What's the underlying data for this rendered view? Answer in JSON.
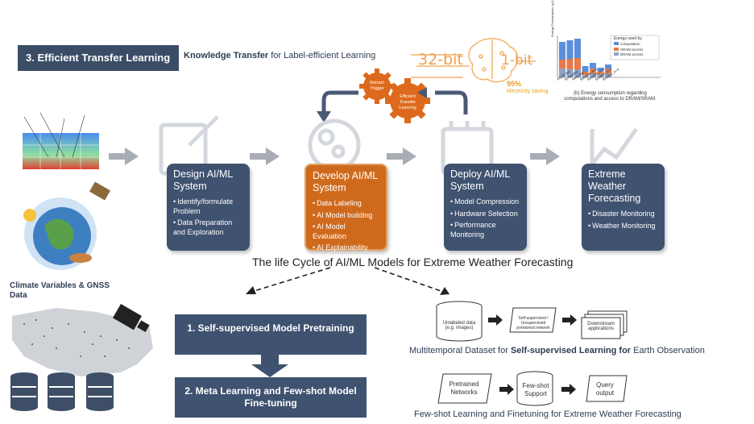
{
  "header": {
    "section_title": "3. Efficient Transfer Learning",
    "subtitle_bold": "Knowledge Transfer",
    "subtitle_rest": " for Label-efficient Learning"
  },
  "bit": {
    "left": "32-bit",
    "right": "1-bit",
    "percent": "95%",
    "saving": "electricity saving"
  },
  "gears": {
    "retrain": "Retrain Trigger",
    "transfer": "Efficient Transfer Learning"
  },
  "energy_chart": {
    "ylabel": "Energy Consumption (μJ)",
    "legend_title": "Energy used by",
    "legend": [
      "computation",
      "SRAM access",
      "DRAM access"
    ],
    "categories": [
      "XNOR-Net",
      "Bi-RealNet",
      "ReActNet",
      "BaseNet_A=1",
      "BaseNet_A=4",
      "BoolNet_A=1",
      "BoolNet_A=4"
    ],
    "caption": "(b) Energy consumption regarding computations and access to DRAM/SRAM.",
    "colors": {
      "computation": "#5b8fd9",
      "sram": "#e57a4a",
      "dram": "#8fa3c8"
    }
  },
  "left_panel": {
    "climate_label": "Climate Variables & GNSS Data"
  },
  "stages": [
    {
      "title": "Design AI/ML System",
      "items": [
        "Identify/formulate Problem",
        "Data Preparation and Exploration"
      ]
    },
    {
      "title": "Develop AI/ML System",
      "items": [
        "Data Labeling",
        "AI Model building",
        "AI Model Evaluation",
        "AI Explainability"
      ]
    },
    {
      "title": "Deploy AI/ML System",
      "items": [
        "Model Compression",
        "Hardware Selection",
        "Performance Monitoring"
      ]
    },
    {
      "title": "Extreme Weather Forecasting",
      "items": [
        "Disaster Monitoring",
        "Weather Monitoring"
      ]
    }
  ],
  "lifecycle_title": "The life Cycle of AI/ML Models for Extreme Weather Forecasting",
  "steps": {
    "step1": "1. Self-supervised Model Pretraining",
    "step2": "2. Meta Learning and Few-shot Model Fine-tuning"
  },
  "ssl_flow": {
    "cyl": "Unlabeled data (e.g. images)",
    "mid": "Self-supervised / Unsupervised pretrained network",
    "end": "Downstream applications",
    "caption_pre": "Multitemporal Dataset for ",
    "caption_bold": "Self-supervised Learning for",
    "caption_post": " Earth Observation"
  },
  "fewshot_flow": {
    "a": "Pretrained Networks",
    "b": "Few-shot Support",
    "c": "Query output",
    "caption": "Few-shot Learning and Finetuning for Extreme Weather Forecasting"
  }
}
